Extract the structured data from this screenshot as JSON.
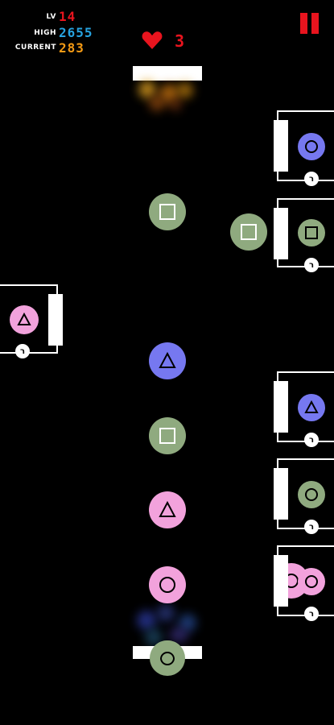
{
  "hud": {
    "level_label": "LV",
    "level_value": "14",
    "high_label": "HIGH",
    "high_value": "2655",
    "current_label": "CURRENT",
    "current_value": "283",
    "lives": "3"
  },
  "colors": {
    "green": "#8faa7f",
    "blue": "#7678f0",
    "pink": "#f2a2dc",
    "red": "#e8141e",
    "level": "#e8141e",
    "high": "#27a3e0",
    "current": "#f49a14"
  },
  "icons": {
    "pause": "pause-icon",
    "heart": "heart-icon",
    "square": "square-icon",
    "triangle": "triangle-icon",
    "circle": "circle-icon"
  },
  "board": {
    "falling_balls": [
      {
        "color": "green",
        "shape": "square"
      },
      {
        "color": "blue",
        "shape": "triangle"
      },
      {
        "color": "green",
        "shape": "square"
      },
      {
        "color": "pink",
        "shape": "triangle"
      },
      {
        "color": "pink",
        "shape": "circle"
      }
    ],
    "side_boxes": [
      {
        "side": "right",
        "color": "blue",
        "shape": "circle",
        "tag": "ר"
      },
      {
        "side": "right",
        "color": "green",
        "shape": "square",
        "tag": "ר"
      },
      {
        "side": "left",
        "color": "pink",
        "shape": "triangle",
        "tag": "ר"
      },
      {
        "side": "right",
        "color": "blue",
        "shape": "triangle",
        "tag": "ר"
      },
      {
        "side": "right",
        "color": "green",
        "shape": "circle",
        "tag": "ר"
      },
      {
        "side": "right",
        "color": "pink",
        "shape": "circle",
        "tag": "ר"
      }
    ]
  }
}
